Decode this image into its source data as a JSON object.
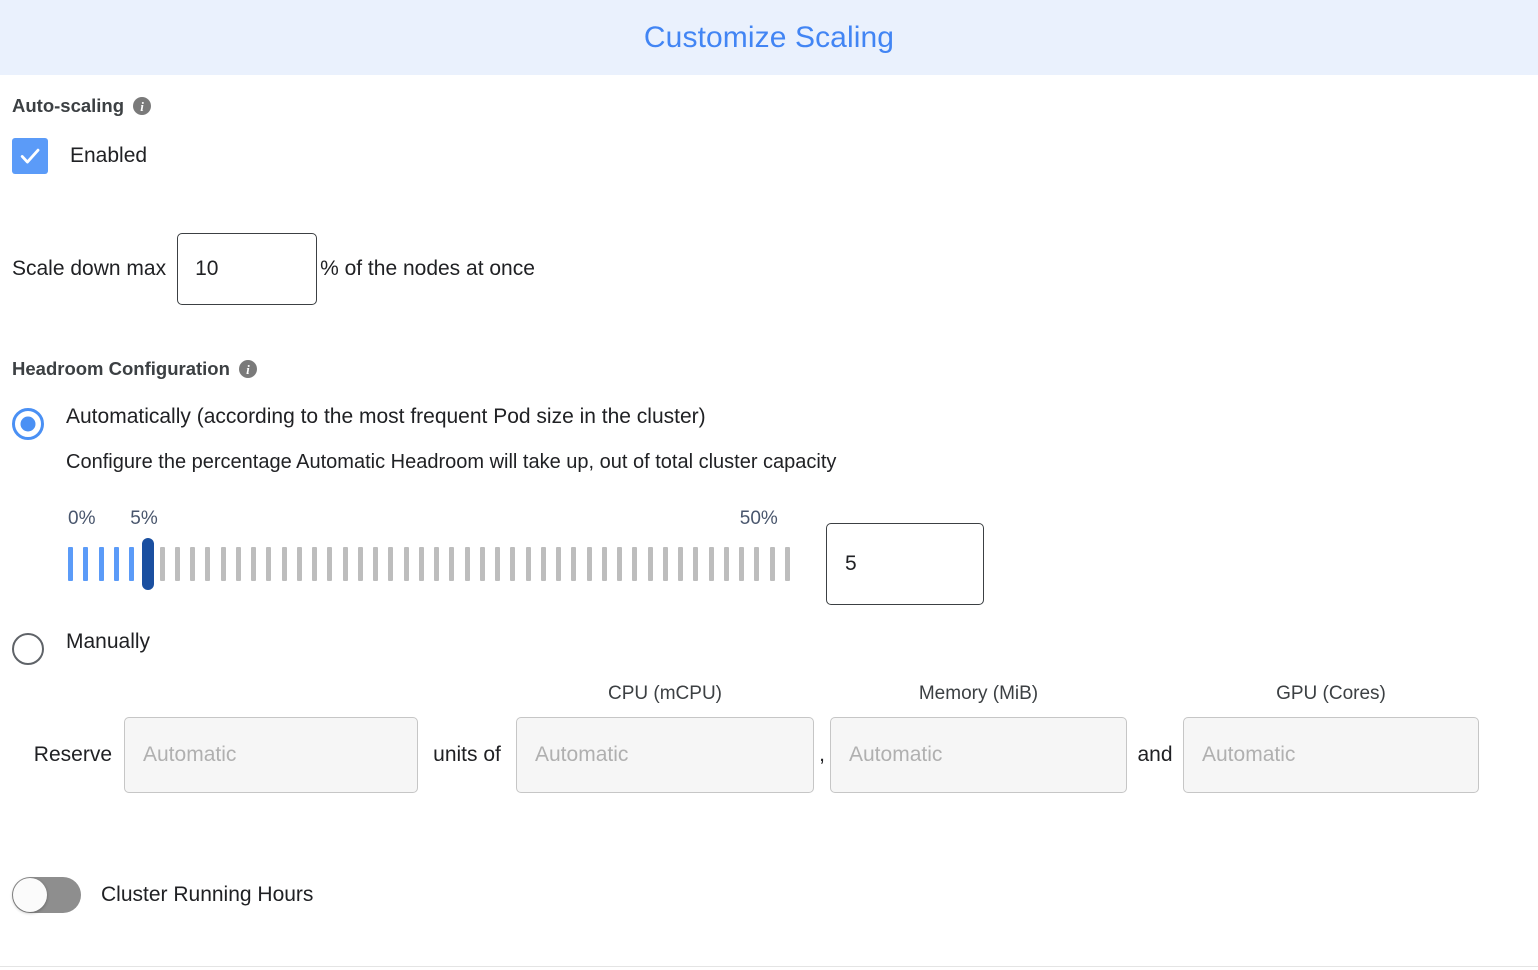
{
  "header": {
    "title": "Customize Scaling",
    "title_color": "#4285f4",
    "bg_color": "#eaf1fd"
  },
  "autoscaling": {
    "section_label": "Auto-scaling",
    "info_icon": "info-icon",
    "checkbox_label": "Enabled",
    "checkbox_checked": true,
    "checkbox_color": "#5b9bf8"
  },
  "scale_down": {
    "label": "Scale down max",
    "value": "10",
    "suffix": "% of the nodes at once"
  },
  "headroom": {
    "section_label": "Headroom Configuration",
    "info_icon": "info-icon",
    "option_auto": {
      "label": "Automatically (according to the most frequent Pod size in the cluster)",
      "selected": true,
      "description": "Configure the percentage Automatic Headroom will take up, out of total cluster capacity"
    },
    "option_manual": {
      "label": "Manually",
      "selected": false
    }
  },
  "slider": {
    "min_label": "0%",
    "max_label": "50%",
    "value_label": "5%",
    "min": 0,
    "max": 50,
    "value": 5,
    "tick_count": 48,
    "active_color": "#5b9bf8",
    "inactive_color": "#bdbdbd",
    "thumb_color": "#1a4fa0",
    "label_color": "#49566d",
    "input_value": "5"
  },
  "reserve": {
    "leading_label": "Reserve",
    "connector_units": "units of",
    "connector_comma": ",",
    "connector_and": "and",
    "fields": [
      {
        "header": "",
        "placeholder": "Automatic",
        "value": ""
      },
      {
        "header": "CPU (mCPU)",
        "placeholder": "Automatic",
        "value": ""
      },
      {
        "header": "Memory (MiB)",
        "placeholder": "Automatic",
        "value": ""
      },
      {
        "header": "GPU (Cores)",
        "placeholder": "Automatic",
        "value": ""
      }
    ]
  },
  "cluster_hours": {
    "label": "Cluster Running Hours",
    "enabled": false
  }
}
